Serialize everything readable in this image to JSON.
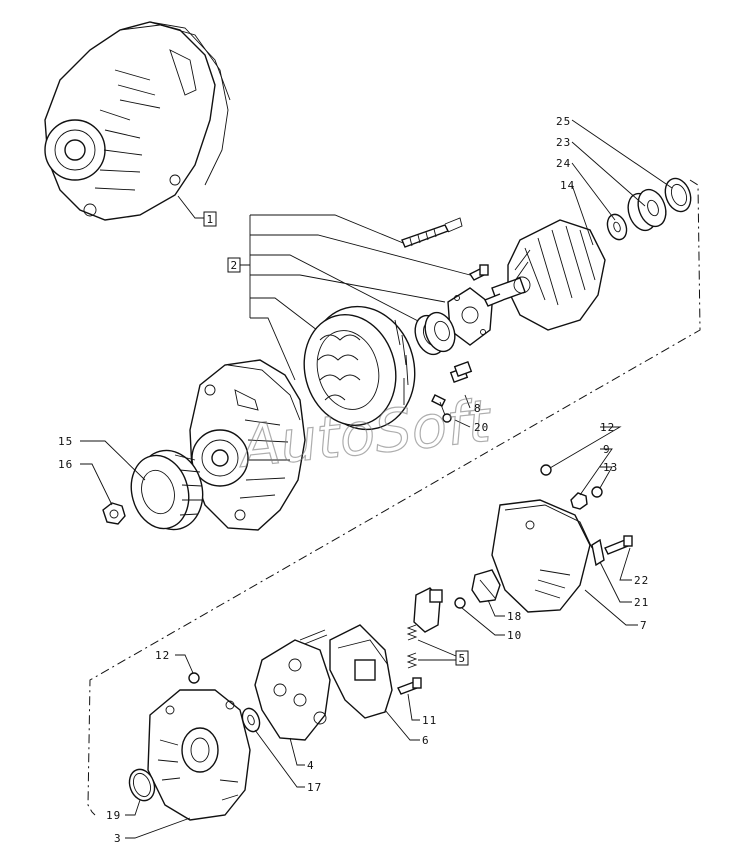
{
  "watermark": "AutoSoft",
  "callouts": {
    "c1": "1",
    "c2": "2",
    "c3": "3",
    "c4": "4",
    "c5": "5",
    "c6": "6",
    "c7": "7",
    "c8": "8",
    "c9": "9",
    "c10": "10",
    "c11": "11",
    "c12a": "12",
    "c12b": "12",
    "c13": "13",
    "c14": "14",
    "c15": "15",
    "c16": "16",
    "c17": "17",
    "c18": "18",
    "c19": "19",
    "c20": "20",
    "c21": "21",
    "c22": "22",
    "c23": "23",
    "c24": "24",
    "c25": "25"
  }
}
